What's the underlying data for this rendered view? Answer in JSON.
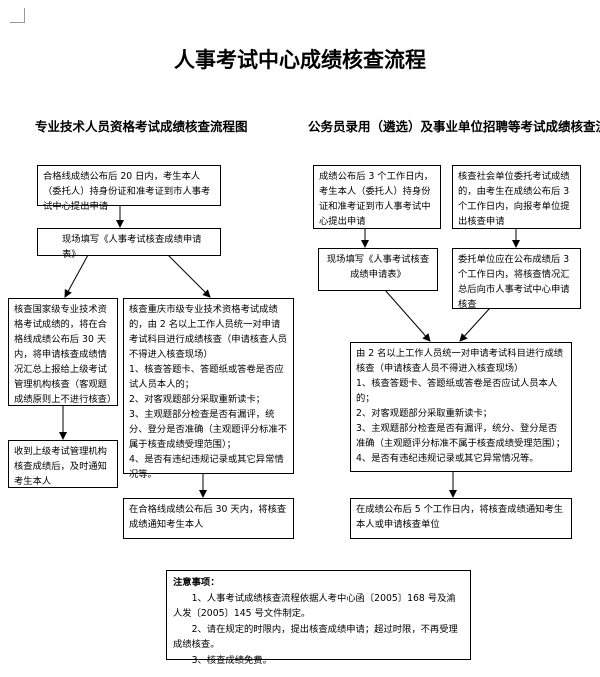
{
  "title": "人事考试中心成绩核查流程",
  "left": {
    "subtitle": "专业技术人员资格考试成绩核查流程图",
    "box1": "合格线成绩公布后 20 日内，考生本人（委托人）持身份证和准考证到市人事考试中心提出申请",
    "box2": "现场填写《人事考试核查成绩申请表》",
    "box3": "核查国家级专业技术资格考试成绩的，将在合格线成绩公布后 30 天内，将申请核查成绩情况汇总上报给上级考试管理机构核查（客观题成绩原则上不进行核查）",
    "box4": [
      "核查重庆市级专业技术资格考试成绩的，由 2 名以上工作人员统一对申请考试科目进行成绩核查（申请核查人员不得进入核查现场）",
      "1、核查答题卡、答题纸或答卷是否应试人员本人的；",
      "2、对客观题部分采取重新读卡；",
      "3、主观题部分检查是否有漏评，统分、登分是否准确（主观题评分标准不属于核查成绩受理范围）；",
      "4、是否有违纪违规记录或其它异常情况等。"
    ],
    "box5": "收到上级考试管理机构核查成绩后，及时通知考生本人",
    "box6": "在合格线成绩公布后 30 天内，将核查成绩通知考生本人"
  },
  "right": {
    "subtitle": "公务员录用（遴选）及事业单位招聘等考试成绩核查流程图",
    "box1": "成绩公布后 3 个工作日内，考生本人（委托人）持身份证和准考证到市人事考试中心提出申请",
    "box2": "核查社会单位委托考试成绩的，由考生在成绩公布后 3 个工作日内，向报考单位提出核查申请",
    "box3": "现场填写《人事考试核查成绩申请表》",
    "box4": "委托单位应在公布成绩后 3 个工作日内，将核查情况汇总后向市人事考试中心申请核查",
    "box5": [
      "由 2 名以上工作人员统一对申请考试科目进行成绩核查（申请核查人员不得进入核查现场）",
      "1、核查答题卡、答题纸或答卷是否应试人员本人的；",
      "2、对客观题部分采取重新读卡；",
      "3、主观题部分检查是否有漏评，统分、登分是否准确（主观题评分标准不属于核查成绩受理范围）；",
      "4、是否有违纪违规记录或其它异常情况等。"
    ],
    "box6": "在成绩公布后 5 个工作日内，将核查成绩通知考生本人或申请核查单位"
  },
  "notes": {
    "heading": "注意事项：",
    "items": [
      "1、人事考试成绩核查流程依据人考中心函〔2005〕168 号及渝人发〔2005〕145 号文件制定。",
      "2、请在规定的时限内，提出核查成绩申请；超过时限，不再受理成绩核查。",
      "3、核查成绩免费。"
    ]
  }
}
